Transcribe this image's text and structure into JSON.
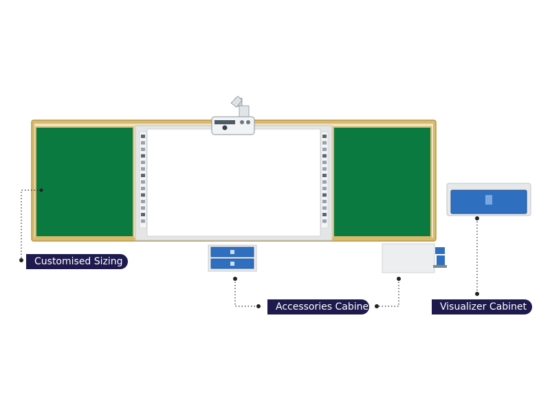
{
  "labels": {
    "customised_sizing": "Customised Sizing",
    "accessories_cabinet": "Accessories Cabinet",
    "visualizer_cabinet": "Visualizer Cabinet"
  },
  "colors": {
    "label_background": "#1e1a4d",
    "frame": "#d9b96a",
    "green_board": "#0b7a41",
    "whiteboard": "#ffffff",
    "cabinet_blue": "#2f6fc0",
    "cabinet_grey": "#e6e8ea",
    "leader_line": "#222222"
  },
  "icons": {
    "projector": "projector-icon",
    "toolbar": "toolbar-icon"
  }
}
